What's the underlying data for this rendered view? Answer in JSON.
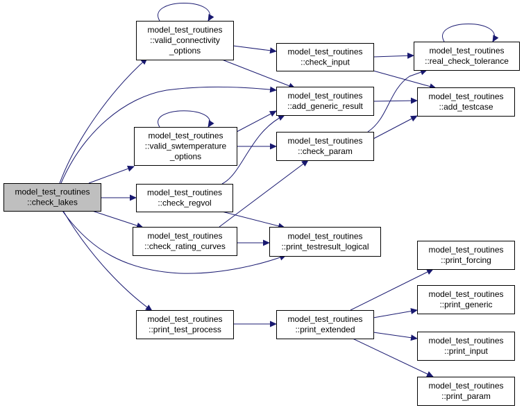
{
  "colors": {
    "edge": "#191970",
    "node_fill": "#ffffff",
    "root_fill": "#bfbfbf",
    "node_stroke": "#000000",
    "background": "#ffffff"
  },
  "nodes": [
    {
      "id": "check_lakes",
      "lines": [
        "model_test_routines",
        "::check_lakes"
      ],
      "root": true
    },
    {
      "id": "valid_connectivity_options",
      "lines": [
        "model_test_routines",
        "::valid_connectivity",
        "_options"
      ]
    },
    {
      "id": "valid_swtemperature_options",
      "lines": [
        "model_test_routines",
        "::valid_swtemperature",
        "_options"
      ]
    },
    {
      "id": "check_regvol",
      "lines": [
        "model_test_routines",
        "::check_regvol"
      ]
    },
    {
      "id": "check_rating_curves",
      "lines": [
        "model_test_routines",
        "::check_rating_curves"
      ]
    },
    {
      "id": "print_test_process",
      "lines": [
        "model_test_routines",
        "::print_test_process"
      ]
    },
    {
      "id": "check_input",
      "lines": [
        "model_test_routines",
        "::check_input"
      ]
    },
    {
      "id": "add_generic_result",
      "lines": [
        "model_test_routines",
        "::add_generic_result"
      ]
    },
    {
      "id": "check_param",
      "lines": [
        "model_test_routines",
        "::check_param"
      ]
    },
    {
      "id": "print_testresult_logical",
      "lines": [
        "model_test_routines",
        "::print_testresult_logical"
      ]
    },
    {
      "id": "print_extended",
      "lines": [
        "model_test_routines",
        "::print_extended"
      ]
    },
    {
      "id": "real_check_tolerance",
      "lines": [
        "model_test_routines",
        "::real_check_tolerance"
      ]
    },
    {
      "id": "add_testcase",
      "lines": [
        "model_test_routines",
        "::add_testcase"
      ]
    },
    {
      "id": "print_forcing",
      "lines": [
        "model_test_routines",
        "::print_forcing"
      ]
    },
    {
      "id": "print_generic",
      "lines": [
        "model_test_routines",
        "::print_generic"
      ]
    },
    {
      "id": "print_input",
      "lines": [
        "model_test_routines",
        "::print_input"
      ]
    },
    {
      "id": "print_param",
      "lines": [
        "model_test_routines",
        "::print_param"
      ]
    }
  ],
  "edges": [
    {
      "from": "check_lakes",
      "to": "valid_connectivity_options"
    },
    {
      "from": "check_lakes",
      "to": "add_generic_result"
    },
    {
      "from": "check_lakes",
      "to": "valid_swtemperature_options"
    },
    {
      "from": "check_lakes",
      "to": "check_regvol"
    },
    {
      "from": "check_lakes",
      "to": "check_rating_curves"
    },
    {
      "from": "check_lakes",
      "to": "print_testresult_logical"
    },
    {
      "from": "check_lakes",
      "to": "print_test_process"
    },
    {
      "from": "valid_connectivity_options",
      "to": "valid_connectivity_options"
    },
    {
      "from": "valid_connectivity_options",
      "to": "check_input"
    },
    {
      "from": "valid_connectivity_options",
      "to": "add_generic_result"
    },
    {
      "from": "check_input",
      "to": "real_check_tolerance"
    },
    {
      "from": "check_input",
      "to": "add_testcase"
    },
    {
      "from": "real_check_tolerance",
      "to": "real_check_tolerance"
    },
    {
      "from": "add_generic_result",
      "to": "add_testcase"
    },
    {
      "from": "valid_swtemperature_options",
      "to": "valid_swtemperature_options"
    },
    {
      "from": "valid_swtemperature_options",
      "to": "add_generic_result"
    },
    {
      "from": "valid_swtemperature_options",
      "to": "check_param"
    },
    {
      "from": "check_param",
      "to": "real_check_tolerance"
    },
    {
      "from": "check_param",
      "to": "add_testcase"
    },
    {
      "from": "check_regvol",
      "to": "add_generic_result"
    },
    {
      "from": "check_regvol",
      "to": "print_testresult_logical"
    },
    {
      "from": "check_rating_curves",
      "to": "check_param"
    },
    {
      "from": "check_rating_curves",
      "to": "print_testresult_logical"
    },
    {
      "from": "print_test_process",
      "to": "print_extended"
    },
    {
      "from": "print_extended",
      "to": "print_forcing"
    },
    {
      "from": "print_extended",
      "to": "print_generic"
    },
    {
      "from": "print_extended",
      "to": "print_input"
    },
    {
      "from": "print_extended",
      "to": "print_param"
    }
  ]
}
